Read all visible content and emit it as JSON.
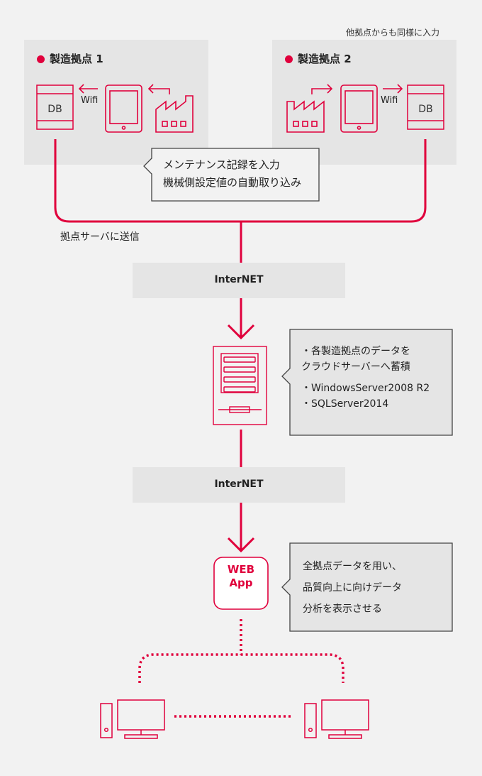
{
  "note_top": "他拠点からも同様に入力",
  "site1": {
    "title": "製造拠点 1",
    "wifi": "Wifi",
    "db": "DB"
  },
  "site2": {
    "title": "製造拠点 2",
    "wifi": "Wifi",
    "db": "DB"
  },
  "bubble_input": {
    "line1": "メンテナンス記録を入力",
    "line2": "機械側設定値の自動取り込み"
  },
  "send_label": "拠点サーバに送信",
  "internet1": "InterNET",
  "server_info": {
    "line1": "・各製造拠点のデータを",
    "line2": "クラウドサーバーへ蓄積",
    "line3": "・WindowsServer2008 R2",
    "line4": "・SQLServer2014"
  },
  "internet2": "InterNET",
  "web_app": {
    "line1": "WEB",
    "line2": "App"
  },
  "app_info": {
    "line1": "全拠点データを用い、",
    "line2": "品質向上に向けデータ",
    "line3": "分析を表示させる"
  },
  "colors": {
    "accent": "#e0003c",
    "panel": "#e5e5e5",
    "background": "#f2f2f2",
    "bubble_border": "#444444"
  }
}
